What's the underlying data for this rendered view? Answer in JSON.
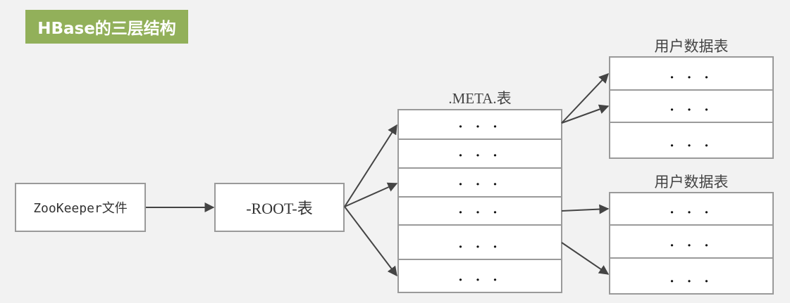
{
  "title": "HBase的三层结构",
  "colors": {
    "title_bg": "#92b05a",
    "title_text": "#ffffff",
    "border": "#9a9a9a",
    "arrow": "#444444",
    "background": "#f2f2f2"
  },
  "nodes": {
    "zookeeper": "ZooKeeper文件",
    "root": "-ROOT-表"
  },
  "meta_table": {
    "label": ".META.表",
    "rows": [
      "· · ·",
      "· · ·",
      "· · ·",
      "· · ·",
      "· · ·",
      "· · ·"
    ]
  },
  "user_tables": [
    {
      "label": "用户数据表",
      "rows": [
        "· · ·",
        "· · ·",
        "· · ·"
      ]
    },
    {
      "label": "用户数据表",
      "rows": [
        "· · ·",
        "· · ·",
        "· · ·"
      ]
    }
  ],
  "edges": [
    {
      "from": "zookeeper",
      "to": "root"
    },
    {
      "from": "root",
      "to": "meta_table.row0"
    },
    {
      "from": "root",
      "to": "meta_table.row2"
    },
    {
      "from": "root",
      "to": "meta_table.row5"
    },
    {
      "from": "meta_table.row0",
      "to": "user_tables.0.row0"
    },
    {
      "from": "meta_table.row0",
      "to": "user_tables.0.row1"
    },
    {
      "from": "meta_table.row3",
      "to": "user_tables.1.row0"
    },
    {
      "from": "meta_table.row4",
      "to": "user_tables.1.row2"
    }
  ]
}
